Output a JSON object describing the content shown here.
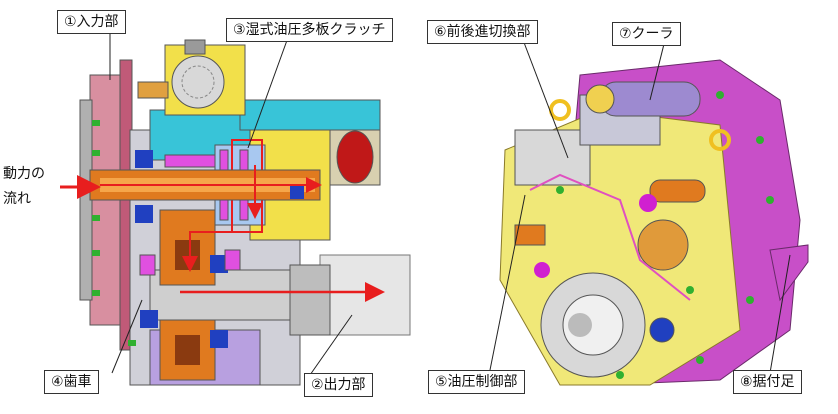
{
  "labels": {
    "input": "①入力部",
    "output": "②出力部",
    "clutch": "③湿式油圧多板クラッチ",
    "gear": "④歯車",
    "hydraulic_control": "⑤油圧制御部",
    "shift": "⑥前後進切換部",
    "cooler": "⑦クーラ",
    "foot": "⑧据付足"
  },
  "flow": {
    "line1": "動力の",
    "line2": "流れ"
  },
  "colors": {
    "flow_arrow": "#e81e1e",
    "housing_magenta": "#c84fc8",
    "shaft_orange": "#e07a1f",
    "cyan_part": "#38c4d8",
    "yellow_part": "#f2e04a",
    "gray_part": "#c8c8c8"
  }
}
